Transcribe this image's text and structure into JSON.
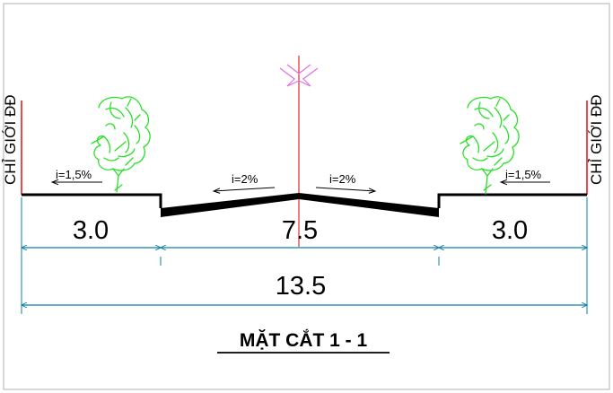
{
  "title": "MẶT CẮT  1 - 1",
  "boundary_labels": {
    "left": "CHỈ GIỚI ĐĐ",
    "right": "CHỈ GIỚI ĐĐ"
  },
  "slopes": {
    "left_sidewalk": "i=1,5%",
    "road_left": "i=2%",
    "road_right": "i=2%",
    "right_sidewalk": "i=1,5%"
  },
  "dimensions": {
    "left_sidewalk": "3.0",
    "roadway": "7.5",
    "right_sidewalk": "3.0",
    "total": "13.5"
  },
  "colors": {
    "boundary": "#e00000",
    "centerline": "#d40000",
    "dimension": "#0e7fa8",
    "tree": "#28e028",
    "symbol": "#e070e0",
    "frame": "#b0b0b0"
  }
}
